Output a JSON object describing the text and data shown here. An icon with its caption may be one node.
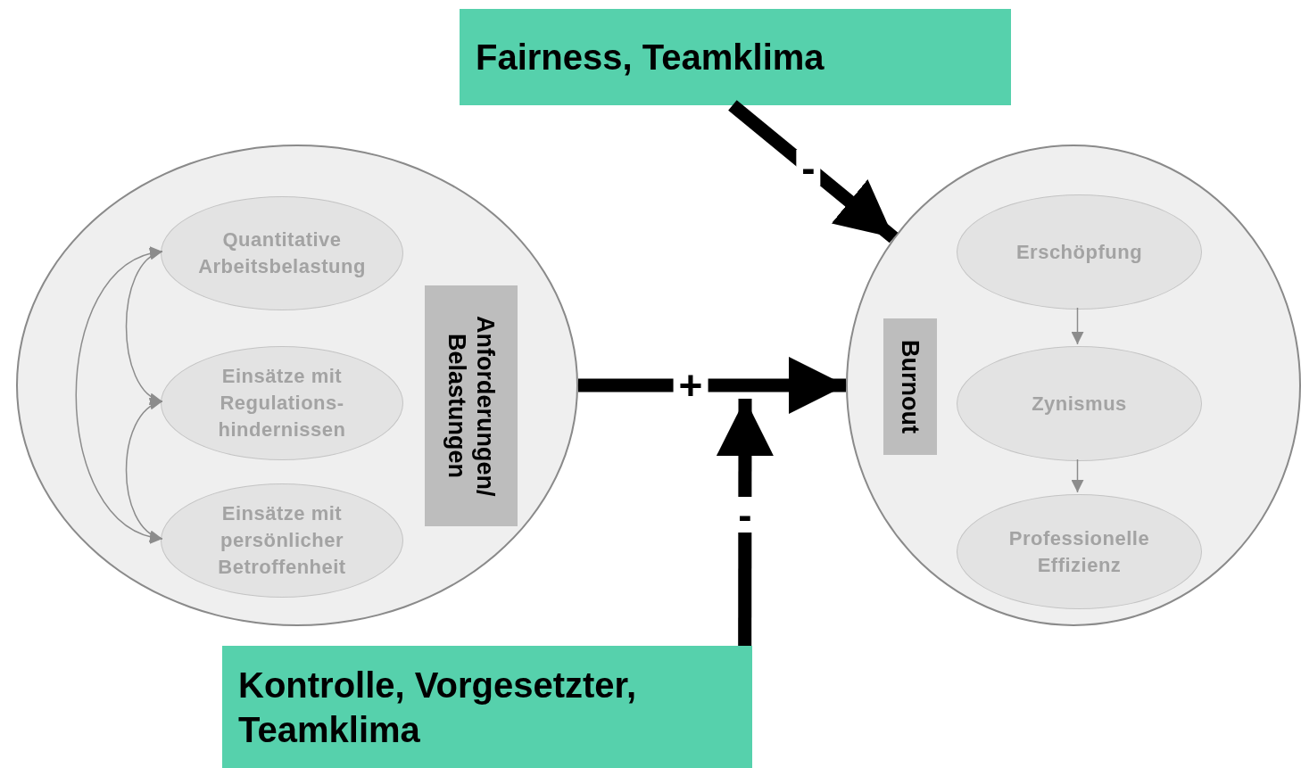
{
  "diagram": {
    "nodes": [
      {
        "text": [],
        "shape": "circle"
      },
      {
        "text": [
          "Anforderungen/ Belastungen"
        ],
        "in": 0
      },
      {
        "text": [
          "Quantitative Arbeitsbelastung"
        ],
        "in": 0
      },
      {
        "text": [
          "Einsätze mit Regulations-hindernissen"
        ],
        "in": 0
      },
      {
        "text": [
          "Einsätze mit persönlicher Betroffenheit"
        ],
        "in": 0
      },
      {
        "text": [],
        "shape": "circle"
      },
      {
        "text": [
          "Burnout"
        ],
        "in": 5
      },
      {
        "text": [
          "Erschöpfung"
        ],
        "in": 5
      },
      {
        "text": [
          "Zynismus"
        ],
        "in": 5
      },
      {
        "text": [
          "Professionelle Effizienz"
        ],
        "in": 5
      },
      {
        "text": [
          "Fairness, Teamklima"
        ]
      },
      {
        "text": [
          "Kontrolle, Vorgesetzter, Teamklima"
        ]
      }
    ],
    "edges": [
      {
        "from": 0,
        "to": 5,
        "arrow": "to",
        "label": "+",
        "style": "thick",
        "color": "#000000"
      },
      {
        "from": 10,
        "to": 5,
        "arrow": "to",
        "label": "-",
        "style": "thick",
        "color": "#000000"
      },
      {
        "from": 11,
        "to": null,
        "arrow": "to",
        "label": "-",
        "style": "thick",
        "color": "#000000"
      },
      {
        "from": 2,
        "to": 3,
        "arrow": "both"
      },
      {
        "from": 3,
        "to": 4,
        "arrow": "both"
      },
      {
        "from": 2,
        "to": 4,
        "arrow": "both"
      },
      {
        "from": 7,
        "to": 8,
        "arrow": "to"
      },
      {
        "from": 8,
        "to": 9,
        "arrow": "to"
      }
    ]
  }
}
